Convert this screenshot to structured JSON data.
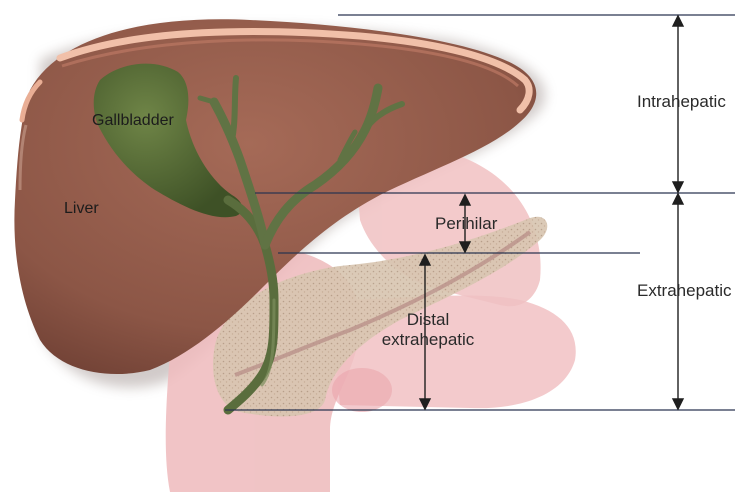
{
  "labels": {
    "gallbladder": "Gallbladder",
    "liver": "Liver",
    "intrahepatic": "Intrahepatic",
    "perihilar": "Perihilar",
    "extrahepatic": "Extrahepatic",
    "distal_line1": "Distal",
    "distal_line2": "extrahepatic"
  },
  "colors": {
    "liver": "#8c5646",
    "liver_highlight": "#e0a48c",
    "gallbladder": "#4f6631",
    "duct": "#607344",
    "pancreas": "#e9b4b6",
    "pancreas_tissue": "#ccb7a0",
    "guide_lines": "#2b3550"
  }
}
